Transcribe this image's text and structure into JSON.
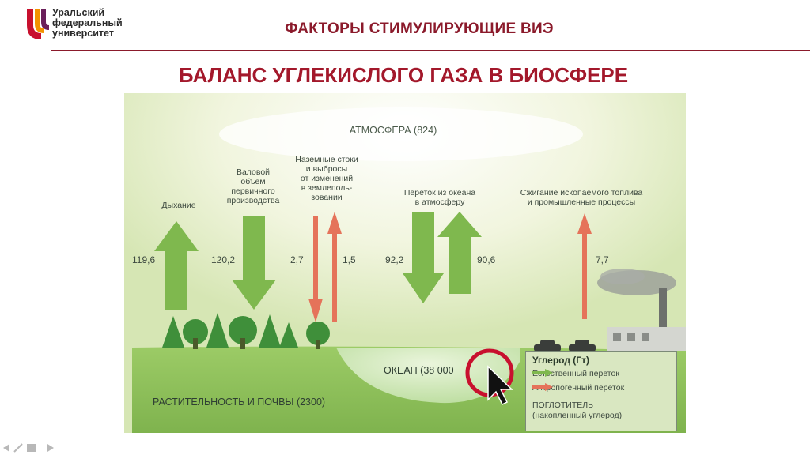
{
  "logo": {
    "line1": "Уральский",
    "line2": "федеральный",
    "line3": "университет",
    "colors": {
      "red": "#c8102e",
      "orange": "#f39200",
      "purple": "#6a1f5a"
    }
  },
  "header": {
    "title": "ФАКТОРЫ СТИМУЛИРУЮЩИЕ ВИЭ",
    "rule_color": "#8b1a2b"
  },
  "slide_title": "БАЛАНС УГЛЕКИСЛОГО ГАЗА В БИОСФЕРЕ",
  "diagram": {
    "atmosphere": "АТМОСФЕРА (824)",
    "ocean": "ОКЕАН (38 000",
    "vegetation": "РАСТИТЕЛЬНОСТЬ И ПОЧВЫ (2300)",
    "fluxes": [
      {
        "label": "Дыхание",
        "value": "119,6",
        "type": "natural",
        "direction": "up"
      },
      {
        "label": "Валовой объем первичного производства",
        "value": "120,2",
        "type": "natural",
        "direction": "down"
      },
      {
        "label": "Наземные стоки и выбросы от изменений в землеполь-зовании",
        "value_down": "2,7",
        "value_up": "1,5",
        "type": "anthropogenic"
      },
      {
        "label": "Переток из океана в атмосферу",
        "value_down": "92,2",
        "value_up": "90,6",
        "type": "natural"
      },
      {
        "label": "Сжигание ископаемого топлива и промышленные процессы",
        "value": "7,7",
        "type": "anthropogenic",
        "direction": "up"
      }
    ],
    "label_lines": {
      "respiration": [
        "Дыхание"
      ],
      "gpp": [
        "Валовой",
        "объем",
        "первичного",
        "производства"
      ],
      "land": [
        "Наземные стоки",
        "и выбросы",
        "от изменений",
        "в землеполь-",
        "зовании"
      ],
      "ocean_flux": [
        "Переток из океана",
        "в атмосферу"
      ],
      "fossil": [
        "Сжигание ископаемого топлива",
        "и промышленные процессы"
      ]
    },
    "legend": {
      "title": "Углерод (Гт)",
      "natural": "Естественный переток",
      "anthropogenic": "Антропогенный переток",
      "sink_line1": "ПОГЛОТИТЕЛЬ",
      "sink_line2": "(накопленный углерод)"
    },
    "colors": {
      "natural_arrow": "#7fb84e",
      "anthropogenic_arrow": "#e5735a",
      "sky": "#eef3da",
      "ground": "#8cbf5a",
      "ocean": "#cfe6b8",
      "tree": "#3f8f3a"
    }
  }
}
